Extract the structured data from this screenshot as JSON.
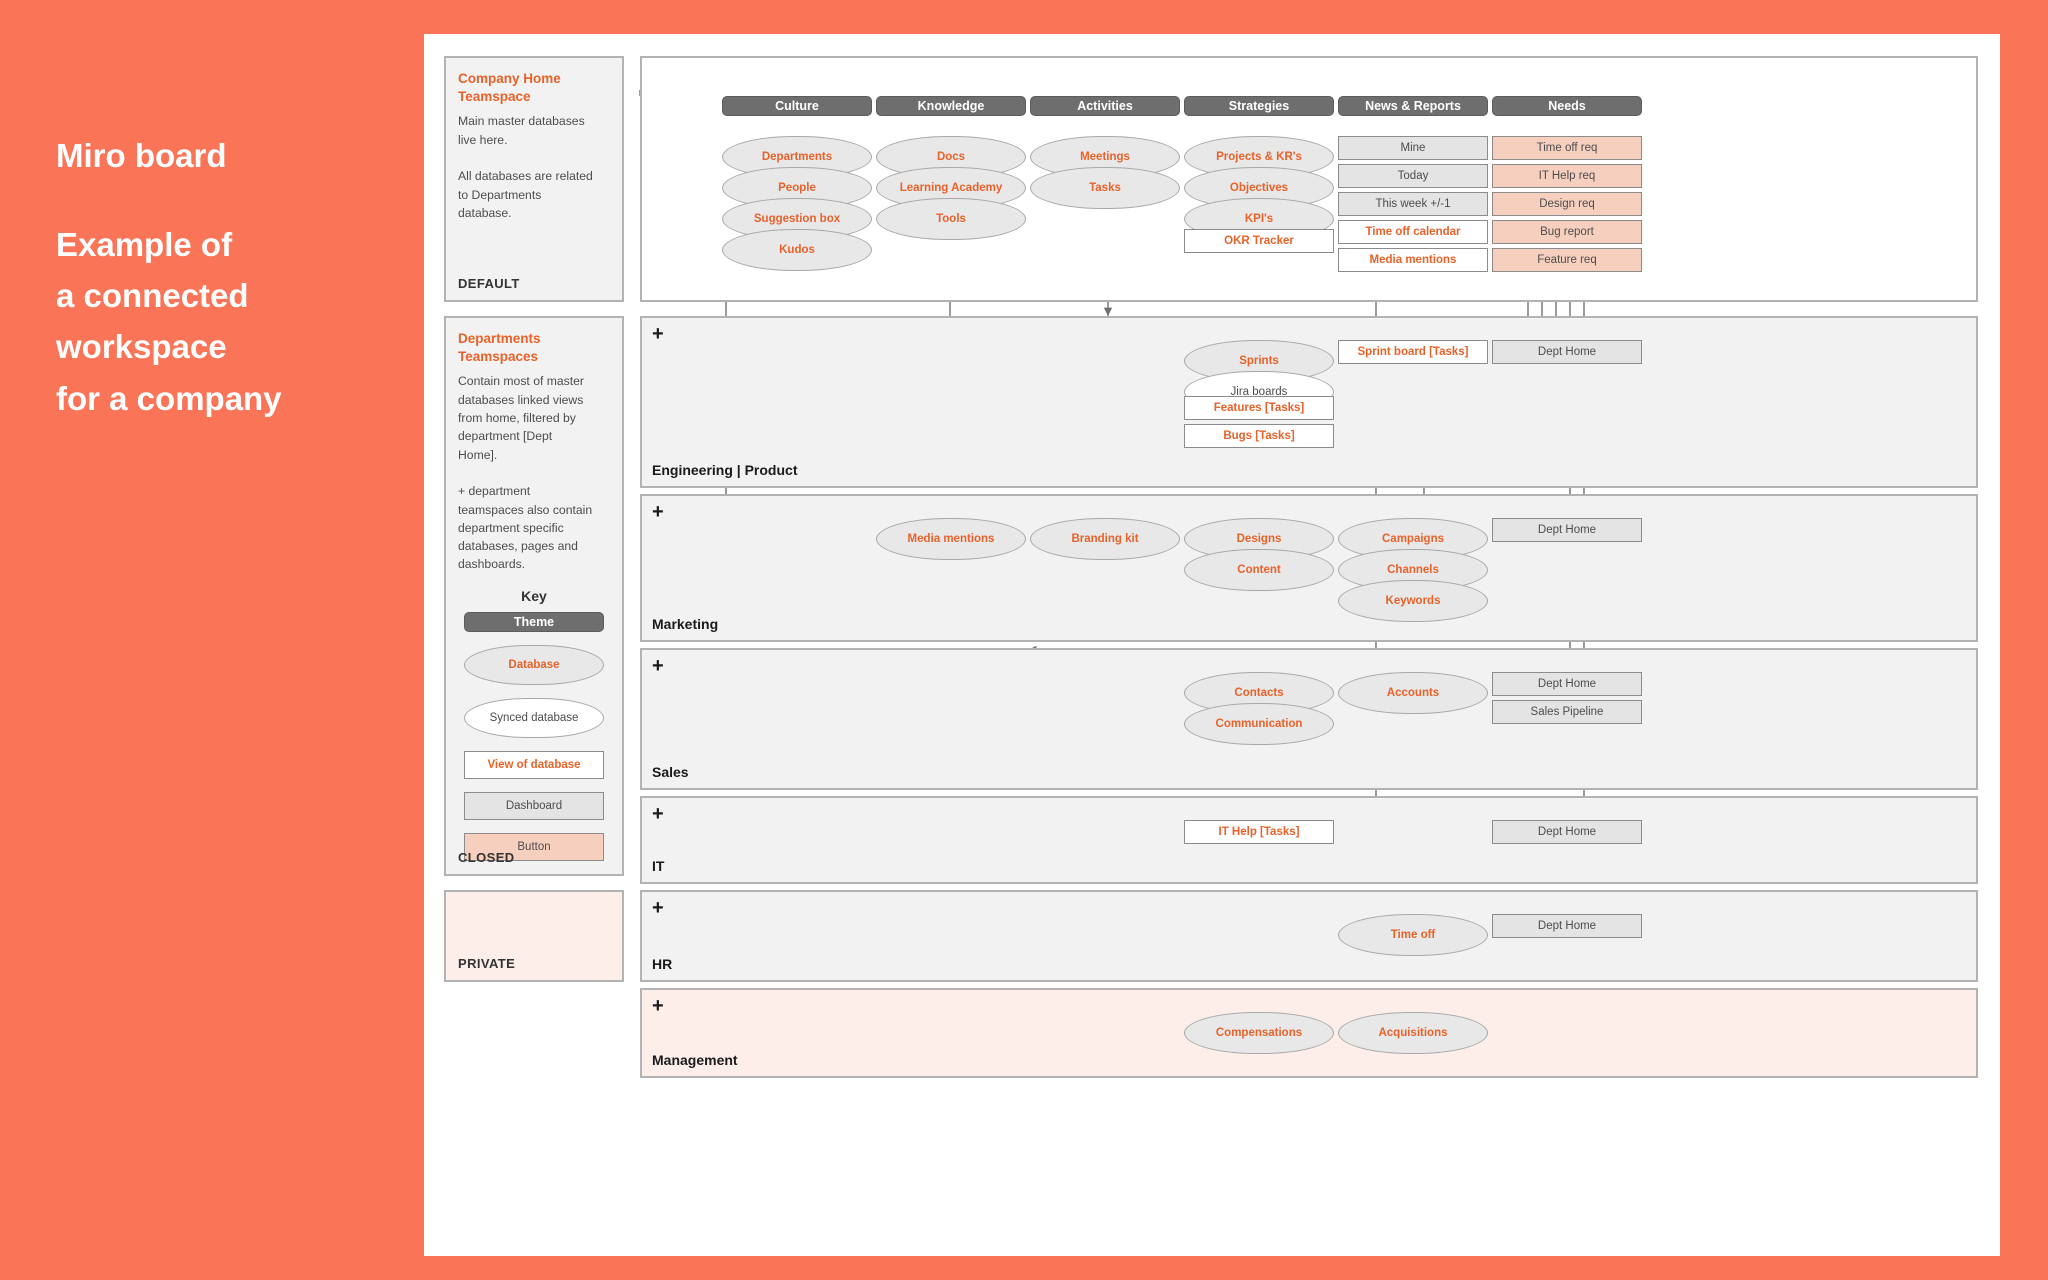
{
  "headline": {
    "lines": [
      "Miro board",
      "",
      "Example of",
      "a connected",
      "workspace",
      "for a company"
    ]
  },
  "colors": {
    "background": "#FA7557",
    "accent_orange": "#E8622A",
    "theme_gray": "#6E6E6E",
    "database_gray": "#E8E8E8",
    "button_peach": "#F6CFBE",
    "dashboard_gray": "#E4E4E4"
  },
  "sidebar": {
    "cards": [
      {
        "title": "Company Home\nTeamspace",
        "body": "Main master databases\nlive here.\n\nAll databases are related\nto Departments\ndatabase.",
        "tag": "DEFAULT"
      },
      {
        "title": "Departments\nTeamspaces",
        "body": "Contain most of master\ndatabases linked views\nfrom home, filtered by\ndepartment [Dept\nHome].\n\n+ department\nteamspaces also contain\ndepartment specific\ndatabases, pages and\ndashboards.",
        "tag": "CLOSED"
      },
      {
        "title": "",
        "body": "",
        "tag": "PRIVATE"
      }
    ],
    "key": {
      "title": "Key",
      "items": [
        {
          "label": "Theme",
          "kind": "theme"
        },
        {
          "label": "Database",
          "kind": "db"
        },
        {
          "label": "Synced database",
          "kind": "db-synced"
        },
        {
          "label": "View of database",
          "kind": "view"
        },
        {
          "label": "Dashboard",
          "kind": "dash"
        },
        {
          "label": "Button",
          "kind": "btn"
        }
      ]
    }
  },
  "home": {
    "columns": [
      {
        "theme": "Culture",
        "nodes": [
          {
            "label": "Departments",
            "kind": "db"
          },
          {
            "label": "People",
            "kind": "db"
          },
          {
            "label": "Suggestion box",
            "kind": "db"
          },
          {
            "label": "Kudos",
            "kind": "db"
          }
        ]
      },
      {
        "theme": "Knowledge",
        "nodes": [
          {
            "label": "Docs",
            "kind": "db"
          },
          {
            "label": "Learning Academy",
            "kind": "db"
          },
          {
            "label": "Tools",
            "kind": "db"
          }
        ]
      },
      {
        "theme": "Activities",
        "nodes": [
          {
            "label": "Meetings",
            "kind": "db"
          },
          {
            "label": "Tasks",
            "kind": "db"
          }
        ]
      },
      {
        "theme": "Strategies",
        "nodes": [
          {
            "label": "Projects & KR's",
            "kind": "db"
          },
          {
            "label": "Objectives",
            "kind": "db"
          },
          {
            "label": "KPI's",
            "kind": "db"
          },
          {
            "label": "OKR Tracker",
            "kind": "view"
          }
        ]
      },
      {
        "theme": "News & Reports",
        "nodes": [
          {
            "label": "Mine",
            "kind": "dash"
          },
          {
            "label": "Today",
            "kind": "dash"
          },
          {
            "label": "This week +/-1",
            "kind": "dash"
          },
          {
            "label": "Time off calendar",
            "kind": "view"
          },
          {
            "label": "Media mentions",
            "kind": "view"
          }
        ]
      },
      {
        "theme": "Needs",
        "nodes": [
          {
            "label": "Time off req",
            "kind": "btn"
          },
          {
            "label": "IT Help req",
            "kind": "btn"
          },
          {
            "label": "Design req",
            "kind": "btn"
          },
          {
            "label": "Bug report",
            "kind": "btn"
          },
          {
            "label": "Feature req",
            "kind": "btn"
          }
        ]
      }
    ]
  },
  "departments": [
    {
      "name": "Engineering | Product",
      "plus": "+",
      "private": false,
      "nodes": [
        {
          "label": "Sprints",
          "kind": "db",
          "col": 3,
          "slot": 0
        },
        {
          "label": "Jira boards",
          "kind": "db-synced",
          "col": 3,
          "slot": 1
        },
        {
          "label": "Features [Tasks]",
          "kind": "view",
          "col": 3,
          "slot": 2
        },
        {
          "label": "Bugs [Tasks]",
          "kind": "view",
          "col": 3,
          "slot": 3
        },
        {
          "label": "Sprint board [Tasks]",
          "kind": "view",
          "col": 4,
          "slot": 0
        },
        {
          "label": "Dept Home",
          "kind": "dash",
          "col": 5,
          "slot": 0
        }
      ]
    },
    {
      "name": "Marketing",
      "plus": "+",
      "private": false,
      "nodes": [
        {
          "label": "Media mentions",
          "kind": "db",
          "col": 1,
          "slot": 0
        },
        {
          "label": "Branding kit",
          "kind": "db",
          "col": 2,
          "slot": 0
        },
        {
          "label": "Designs",
          "kind": "db",
          "col": 3,
          "slot": 0
        },
        {
          "label": "Content",
          "kind": "db",
          "col": 3,
          "slot": 1
        },
        {
          "label": "Campaigns",
          "kind": "db",
          "col": 4,
          "slot": 0
        },
        {
          "label": "Channels",
          "kind": "db",
          "col": 4,
          "slot": 1
        },
        {
          "label": "Keywords",
          "kind": "db",
          "col": 4,
          "slot": 2
        },
        {
          "label": "Dept Home",
          "kind": "dash",
          "col": 5,
          "slot": 0
        }
      ]
    },
    {
      "name": "Sales",
      "plus": "+",
      "private": false,
      "nodes": [
        {
          "label": "Contacts",
          "kind": "db",
          "col": 3,
          "slot": 0
        },
        {
          "label": "Communication",
          "kind": "db",
          "col": 3,
          "slot": 1
        },
        {
          "label": "Accounts",
          "kind": "db",
          "col": 4,
          "slot": 0
        },
        {
          "label": "Dept Home",
          "kind": "dash",
          "col": 5,
          "slot": 0
        },
        {
          "label": "Sales Pipeline",
          "kind": "dash",
          "col": 5,
          "slot": 1
        }
      ]
    },
    {
      "name": "IT",
      "plus": "+",
      "private": false,
      "nodes": [
        {
          "label": "IT Help [Tasks]",
          "kind": "view",
          "col": 3,
          "slot": 0
        },
        {
          "label": "Dept Home",
          "kind": "dash",
          "col": 5,
          "slot": 0
        }
      ]
    },
    {
      "name": "HR",
      "plus": "+",
      "private": false,
      "nodes": [
        {
          "label": "Time off",
          "kind": "db",
          "col": 4,
          "slot": 0
        },
        {
          "label": "Dept Home",
          "kind": "dash",
          "col": 5,
          "slot": 0
        }
      ]
    },
    {
      "name": "Management",
      "plus": "+",
      "private": true,
      "nodes": [
        {
          "label": "Compensations",
          "kind": "db",
          "col": 3,
          "slot": 0
        },
        {
          "label": "Acquisitions",
          "kind": "db",
          "col": 4,
          "slot": 0
        }
      ]
    }
  ]
}
